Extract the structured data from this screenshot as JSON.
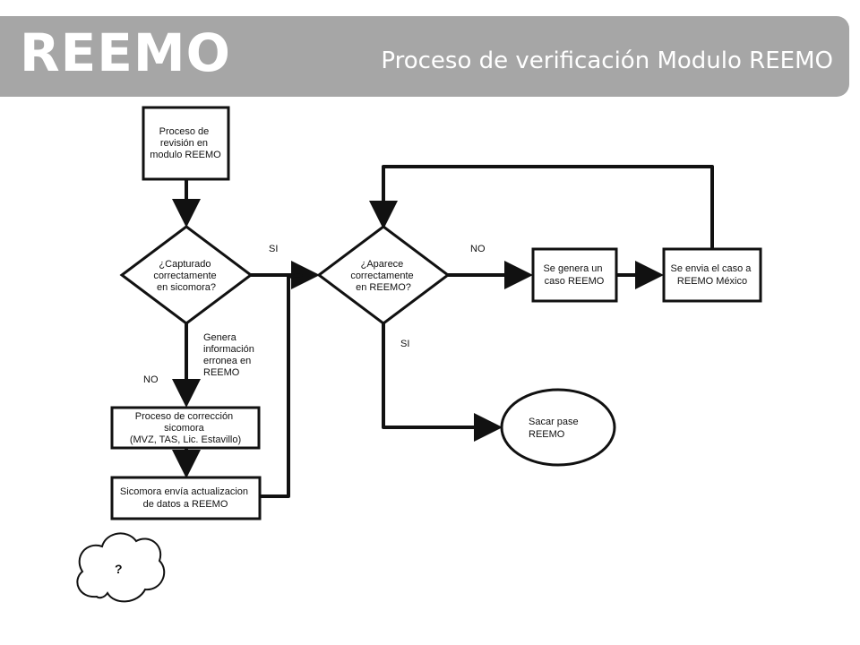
{
  "header": {
    "logo": "REEMO",
    "title": "Proceso de verificación Modulo REEMO"
  },
  "nodes": {
    "review": [
      "Proceso de",
      "revisión en",
      "modulo REEMO"
    ],
    "captured": [
      "¿Capturado",
      "correctamente",
      "en sicomora?"
    ],
    "correction": [
      "Proceso de corrección",
      "sicomora",
      "(MVZ, TAS, Lic. Estavillo)"
    ],
    "update": [
      "Sicomora envía actualizacion",
      "de datos a REEMO"
    ],
    "appears": [
      "¿Aparece",
      "correctamente",
      "en REEMO?"
    ],
    "generate_case": [
      "Se genera un",
      "caso REEMO"
    ],
    "send_case": [
      "Se envia el caso a",
      "REEMO México"
    ],
    "pass": [
      "Sacar pase",
      "REEMO"
    ],
    "unknown": "?"
  },
  "edge_labels": {
    "si_captured": "SI",
    "no_captured": "NO",
    "erroneous": [
      "Genera",
      "información",
      "erronea en",
      "REEMO"
    ],
    "no_appears": "NO",
    "si_appears": "SI"
  }
}
